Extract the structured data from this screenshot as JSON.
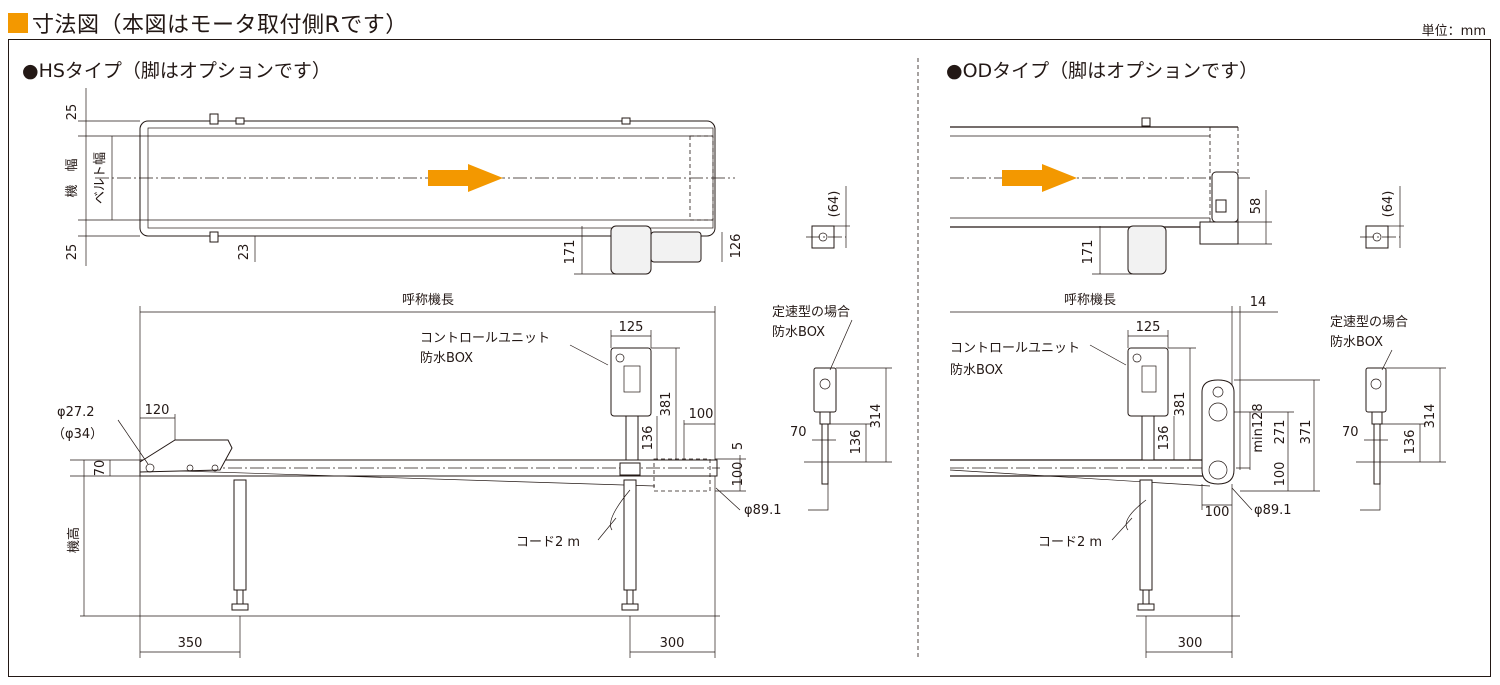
{
  "header": {
    "title": "寸法図（本図はモータ取付側Rです）",
    "unit": "単位：mm",
    "accent_color": "#f39800"
  },
  "hs": {
    "title": "●HSタイプ（脚はオプションです）",
    "dims": {
      "top_25": "25",
      "bottom_25": "25",
      "machine_width": "機　幅",
      "belt_width": "ベルト幅",
      "d23": "23",
      "d171": "171",
      "d126": "126",
      "d64": "(64)",
      "nominal_length": "呼称機長",
      "d125": "125",
      "d381": "381",
      "d100a": "100",
      "d136": "136",
      "d5": "5",
      "d100b": "100",
      "d120": "120",
      "phi272": "φ27.2",
      "phi34": "（φ34）",
      "d70": "70",
      "height": "機高",
      "d350": "350",
      "d300": "300",
      "phi891": "φ89.1",
      "d70b": "70",
      "d136b": "136",
      "d314": "314"
    },
    "labels": {
      "control_unit": "コントロールユニット",
      "waterproof_box": "防水BOX",
      "cord": "コード2 m",
      "constant_speed": "定速型の場合",
      "waterproof_box2": "防水BOX"
    }
  },
  "od": {
    "title": "●ODタイプ（脚はオプションです）",
    "dims": {
      "d58": "58",
      "d64": "(64)",
      "d171": "171",
      "nominal_length": "呼称機長",
      "d14": "14",
      "d125": "125",
      "d381": "381",
      "d136": "136",
      "min128": "min128",
      "d271": "271",
      "d371": "371",
      "d100": "100",
      "d100b": "100",
      "phi891": "φ89.1",
      "d300": "300",
      "d70": "70",
      "d136b": "136",
      "d314": "314"
    },
    "labels": {
      "control_unit": "コントロールユニット",
      "waterproof_box": "防水BOX",
      "cord": "コード2 m",
      "constant_speed": "定速型の場合",
      "waterproof_box2": "防水BOX"
    }
  }
}
